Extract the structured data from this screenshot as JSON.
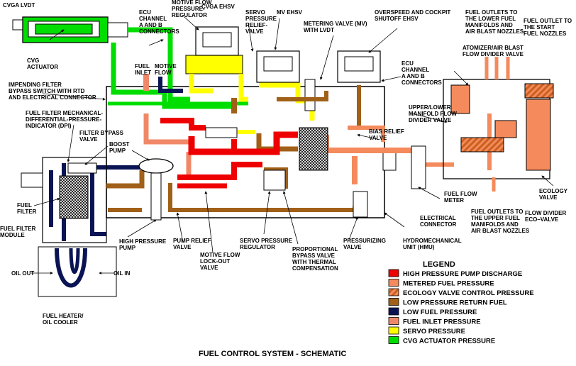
{
  "title": "FUEL CONTROL SYSTEM - SCHEMATIC",
  "colors": {
    "high_pressure": "#ee0000",
    "metered": "#f58a5c",
    "ecology_a": "#f58a5c",
    "ecology_b": "#c8601e",
    "low_return": "#a06018",
    "low_fuel": "#0a1454",
    "fuel_inlet": "#f08868",
    "servo": "#ffff00",
    "cvg": "#00dd00"
  },
  "labels": {
    "cvga_lvdt": "CVGA LVDT",
    "cvg_actuator": [
      "CVG",
      "ACTUATOR"
    ],
    "ecu_ab_left": [
      "ECU",
      "CHANNEL",
      "A AND B",
      "CONNECTORS"
    ],
    "motive_flow_prv": [
      "MOTIVE FLOW",
      "PRESSURE-",
      "REGULATOR"
    ],
    "cvga_ehsv": "CVGA EHSV",
    "servo_relief": [
      "SERVO",
      "PRESSURE",
      "RELIEF-",
      "VALVE"
    ],
    "mv_ehsv": "MV EHSV",
    "metering_valve": [
      "METERING VALVE (MV)",
      "WITH LVDT"
    ],
    "overspeed": [
      "OVERSPEED AND COCKPIT",
      "SHUTOFF EHSV"
    ],
    "fuel_inlet": [
      "FUEL",
      "INLET"
    ],
    "motive_flow": [
      "MOTIVE",
      "FLOW"
    ],
    "ecu_ab_right": [
      "ECU",
      "CHANNEL",
      "A AND B",
      "CONNECTORS"
    ],
    "fuel_outlets_lower": [
      "FUEL OUTLETS TO",
      "THE LOWER FUEL",
      "MANIFOLDS AND",
      "AIR BLAST NOZZLES"
    ],
    "fuel_outlet_start": [
      "FUEL OUTLET TO",
      "THE START",
      "FUEL NOZZLES"
    ],
    "atomizer": [
      "ATOMIZER/AIR BLAST",
      "FLOW DIVIDER VALVE"
    ],
    "bypass_switch": [
      "IMPENDING FILTER",
      "BYPASS SWITCH WITH RTD",
      "AND ELECTRICAL CONNECTOR"
    ],
    "dpi": [
      "FUEL FILTER MECHANICAL-",
      "DIFFERENTIAL-PRESSURE-",
      "INDICATOR (DPI)"
    ],
    "filter_bypass": [
      "FILTER BYPASS",
      "VALVE"
    ],
    "boost_pump": [
      "BOOST",
      "PUMP"
    ],
    "upper_lower": [
      "UPPER/LOWER",
      "MANIFOLD FLOW",
      "DIVIDER VALVE"
    ],
    "bias_relief": [
      "BIAS RELIEF",
      "VALVE"
    ],
    "fuel_filter": [
      "FUEL",
      "FILTER"
    ],
    "fuel_flow_meter": [
      "FUEL FLOW",
      "METER"
    ],
    "ecology_valve": [
      "ECOLOGY",
      "VALVE"
    ],
    "fuel_outlets_upper": [
      "FUEL OUTLETS TO",
      "THE UPPER FUEL",
      "MANIFOLDS AND",
      "AIR BLAST NOZZLES"
    ],
    "flow_divider_eco": [
      "FLOW DIVIDER",
      "ECO–VALVE"
    ],
    "electrical_connector": [
      "ELECTRICAL",
      "CONNECTOR"
    ],
    "fuel_filter_module": [
      "FUEL FILTER",
      "MODULE"
    ],
    "hp_pump": [
      "HIGH PRESSURE",
      "PUMP"
    ],
    "pump_relief": [
      "PUMP RELIEF",
      "VALVE"
    ],
    "servo_regulator": [
      "SERVO PRESSURE",
      "REGULATOR"
    ],
    "pressurizing": [
      "PRESSURIZING",
      "VALVE"
    ],
    "hmu": [
      "HYDROMECHANICAL",
      "UNIT (HMU)"
    ],
    "motive_lockout": [
      "MOTIVE FLOW",
      "LOCK-OUT",
      "VALVE"
    ],
    "proportional_bypass": [
      "PROPORTIONAL",
      "BYPASS VALVE",
      "WITH THERMAL",
      "COMPENSATION"
    ],
    "oil_out": "OIL OUT",
    "oil_in": "OIL IN",
    "fuel_heater": [
      "FUEL HEATER/",
      "OIL COOLER"
    ]
  },
  "legend": {
    "title": "LEGEND",
    "items": [
      {
        "label": "HIGH PRESSURE PUMP DISCHARGE",
        "key": "high_pressure"
      },
      {
        "label": "METERED FUEL PRESSURE",
        "key": "metered"
      },
      {
        "label": "ECOLOGY VALVE CONTROL PRESSURE",
        "key": "ecology"
      },
      {
        "label": "LOW PRESSURE RETURN FUEL",
        "key": "low_return"
      },
      {
        "label": "LOW FUEL PRESSURE",
        "key": "low_fuel"
      },
      {
        "label": "FUEL INLET PRESSURE",
        "key": "fuel_inlet"
      },
      {
        "label": "SERVO PRESSURE",
        "key": "servo"
      },
      {
        "label": "CVG ACTUATOR PRESSURE",
        "key": "cvg"
      }
    ]
  }
}
